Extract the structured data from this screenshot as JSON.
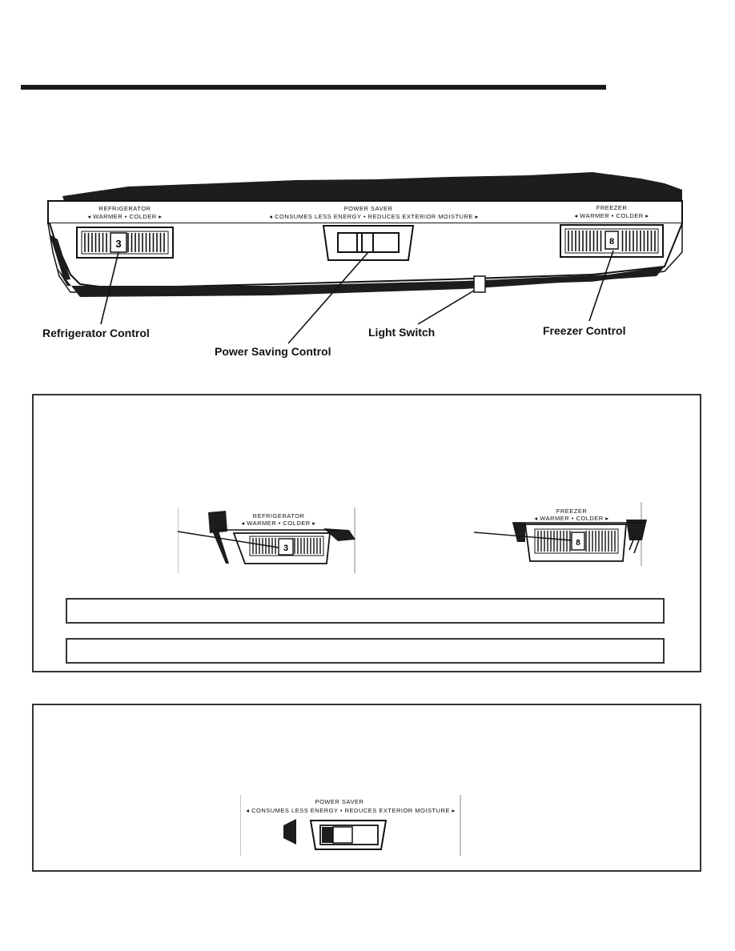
{
  "panel": {
    "refrigerator_title": "REFRIGERATOR",
    "refrigerator_scale": "◂ WARMER • COLDER ▸",
    "refrigerator_value": "3",
    "power_saver_title": "POWER SAVER",
    "power_saver_scale": "◂ CONSUMES LESS ENERGY • REDUCES EXTERIOR MOISTURE ▸",
    "freezer_title": "FREEZER",
    "freezer_scale": "◂ WARMER • COLDER ▸",
    "freezer_value": "8"
  },
  "callouts": {
    "refrigerator_control": "Refrigerator Control",
    "power_saving_control": "Power Saving Control",
    "light_switch": "Light Switch",
    "freezer_control": "Freezer Control"
  },
  "section1": {
    "refrigerator_title": "REFRIGERATOR",
    "refrigerator_scale": "◂ WARMER • COLDER ▸",
    "refrigerator_value": "3",
    "freezer_title": "FREEZER",
    "freezer_scale": "◂ WARMER • COLDER ▸",
    "freezer_value": "8"
  },
  "section2": {
    "power_saver_title": "POWER SAVER",
    "power_saver_scale": "◂ CONSUMES LESS ENERGY • REDUCES EXTERIOR MOISTURE ▸"
  }
}
